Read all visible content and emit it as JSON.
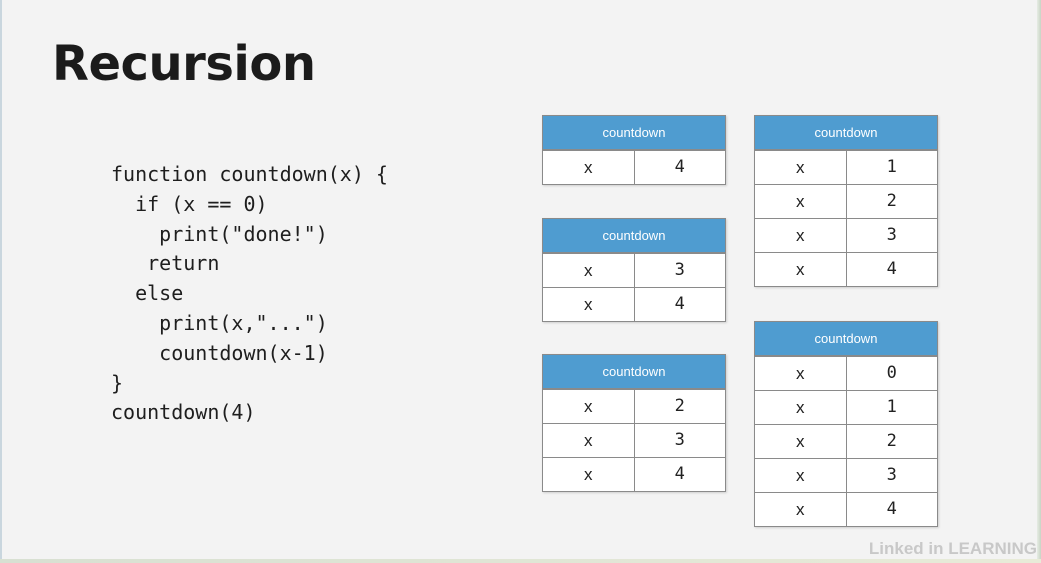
{
  "title": "Recursion",
  "code_lines": [
    "function countdown(x) {",
    "  if (x == 0)",
    "    print(\"done!\")",
    "   return",
    "  else",
    "    print(x,\"...\")",
    "    countdown(x-1)",
    "}",
    "countdown(4)"
  ],
  "frames": [
    {
      "header": "countdown",
      "rows": [
        {
          "var": "x",
          "val": "4"
        }
      ]
    },
    {
      "header": "countdown",
      "rows": [
        {
          "var": "x",
          "val": "3"
        },
        {
          "var": "x",
          "val": "4"
        }
      ]
    },
    {
      "header": "countdown",
      "rows": [
        {
          "var": "x",
          "val": "2"
        },
        {
          "var": "x",
          "val": "3"
        },
        {
          "var": "x",
          "val": "4"
        }
      ]
    },
    {
      "header": "countdown",
      "rows": [
        {
          "var": "x",
          "val": "1"
        },
        {
          "var": "x",
          "val": "2"
        },
        {
          "var": "x",
          "val": "3"
        },
        {
          "var": "x",
          "val": "4"
        }
      ]
    },
    {
      "header": "countdown",
      "rows": [
        {
          "var": "x",
          "val": "0"
        },
        {
          "var": "x",
          "val": "1"
        },
        {
          "var": "x",
          "val": "2"
        },
        {
          "var": "x",
          "val": "3"
        },
        {
          "var": "x",
          "val": "4"
        }
      ]
    }
  ],
  "watermark": "Linked in LEARNING",
  "colors": {
    "header_blue": "#4f9cd0",
    "background": "#f3f3f3"
  }
}
